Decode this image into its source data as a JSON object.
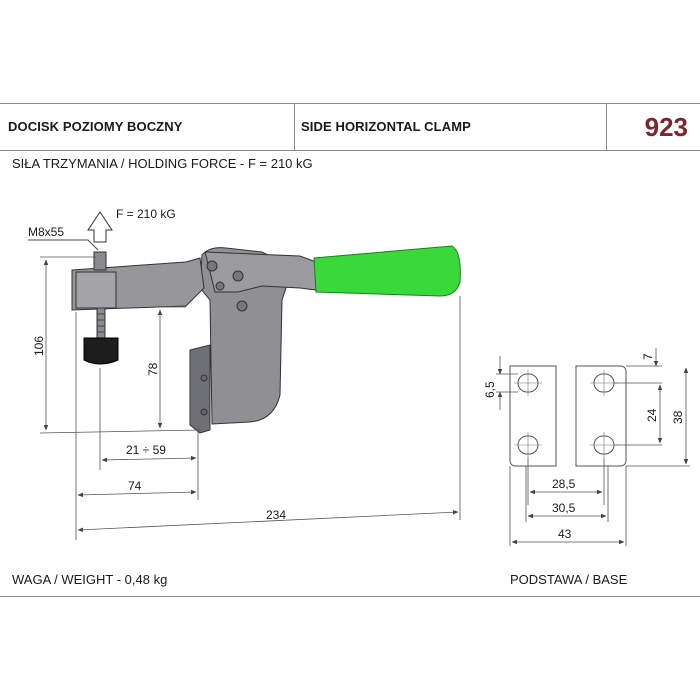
{
  "header": {
    "title_pl": "DOCISK POZIOMY BOCZNY",
    "title_en": "SIDE HORIZONTAL CLAMP",
    "code": "923"
  },
  "subtitle": "SIŁA TRZYMANIA / HOLDING FORCE - F = 210 kG",
  "drawing": {
    "force_label": "F = 210 kG",
    "bolt_label": "M8x55",
    "colors": {
      "handle": "#39d93b",
      "body": "#8f8f94",
      "line": "#555555"
    },
    "dimensions": {
      "height": "106",
      "spindle_height": "78",
      "stroke": "21 ÷ 59",
      "reach": "74",
      "total_length": "234"
    }
  },
  "base": {
    "hole": "6,5",
    "edge": "7",
    "hole_spacing_v": "24",
    "height": "38",
    "hole_spacing_h": "28,5",
    "inner_width": "30,5",
    "width": "43"
  },
  "footer": {
    "weight": "WAGA / WEIGHT - 0,48 kg",
    "base_label": "PODSTAWA / BASE"
  }
}
